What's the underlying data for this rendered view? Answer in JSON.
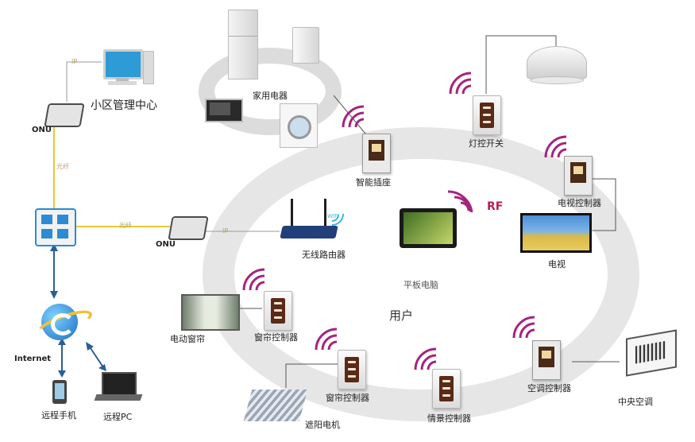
{
  "labels": {
    "mgmt_center": "小区管理中心",
    "onu_top": "ONU",
    "onu_mid": "ONU",
    "fiber_1": "光纤",
    "fiber_2": "光纤",
    "ip_1": "IP",
    "ip_2": "IP",
    "internet": "Internet",
    "remote_phone": "远程手机",
    "remote_pc": "远程PC",
    "appliances": "家用电器",
    "smart_socket": "智能插座",
    "light_switch": "灯控开关",
    "tv_controller": "电视控制器",
    "tv": "电视",
    "router": "无线路由器",
    "tablet": "平板电脑",
    "rf": "RF",
    "user": "用户",
    "curtain_motor": "电动窗帘",
    "curtain_ctrl": "窗帘控制器",
    "shade_ctrl": "窗帘控制器",
    "shade_motor": "遮阳电机",
    "scene_ctrl": "情景控制器",
    "ac_ctrl": "空调控制器",
    "central_ac": "中央空调",
    "wifi": "WIFI"
  },
  "colors": {
    "ring": "#e6e6e6",
    "wave": "#a4247f",
    "fiber_line": "#e3c93a",
    "ip_line": "#9a9a9a",
    "arrow": "#2a5f95",
    "rf": "#b2205a"
  }
}
